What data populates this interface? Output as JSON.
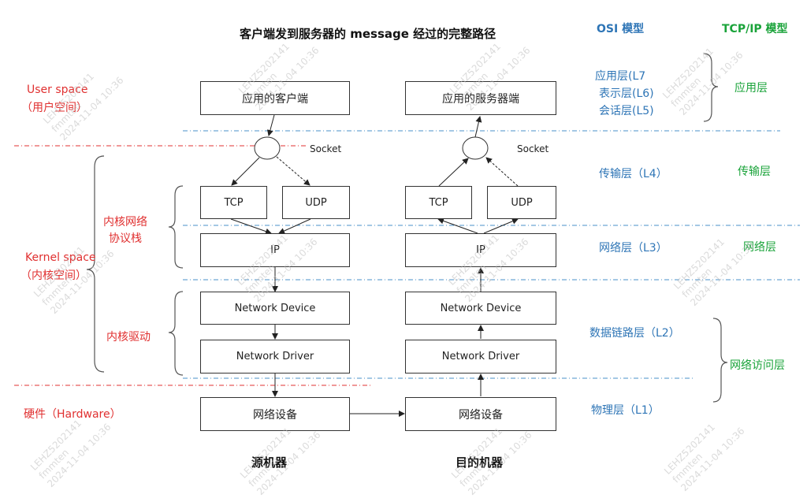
{
  "title": "客户端发到服务器的 message 经过的完整路径",
  "headers": {
    "osi": "OSI 模型",
    "tcpip": "TCP/IP 模型"
  },
  "left_labels": {
    "user_space": "User space",
    "user_space_cn": "（用户空间）",
    "kernel_space": "Kernel space",
    "kernel_space_cn": "（内核空间）",
    "stack_line1": "内核网络",
    "stack_line2": "协议栈",
    "driver": "内核驱动",
    "hardware": "硬件（Hardware）"
  },
  "source": {
    "app": "应用的客户端",
    "socket": "Socket",
    "tcp": "TCP",
    "udp": "UDP",
    "ip": "IP",
    "net_device": "Network Device",
    "net_driver": "Network Driver",
    "hw": "网络设备",
    "caption": "源机器"
  },
  "dest": {
    "app": "应用的服务器端",
    "socket": "Socket",
    "tcp": "TCP",
    "udp": "UDP",
    "ip": "IP",
    "net_device": "Network Device",
    "net_driver": "Network Driver",
    "hw": "网络设备",
    "caption": "目的机器"
  },
  "osi_layers": {
    "l7": "应用层(L7",
    "l6": "表示层(L6)",
    "l5": "会话层(L5)",
    "l4": "传输层（L4）",
    "l3": "网络层（L3）",
    "l2": "数据链路层（L2）",
    "l1": "物理层（L1）"
  },
  "tcpip_layers": {
    "app": "应用层",
    "transport": "传输层",
    "network": "网络层",
    "access": "网络访问层"
  },
  "watermark": {
    "id": "LEHZ5202141",
    "user": "fmmten",
    "time": "2024-11-04 10:36"
  },
  "colors": {
    "red": "#e03030",
    "blue": "#2e75b6",
    "green": "#1aa33a",
    "dash_blue": "#4a90c8"
  }
}
